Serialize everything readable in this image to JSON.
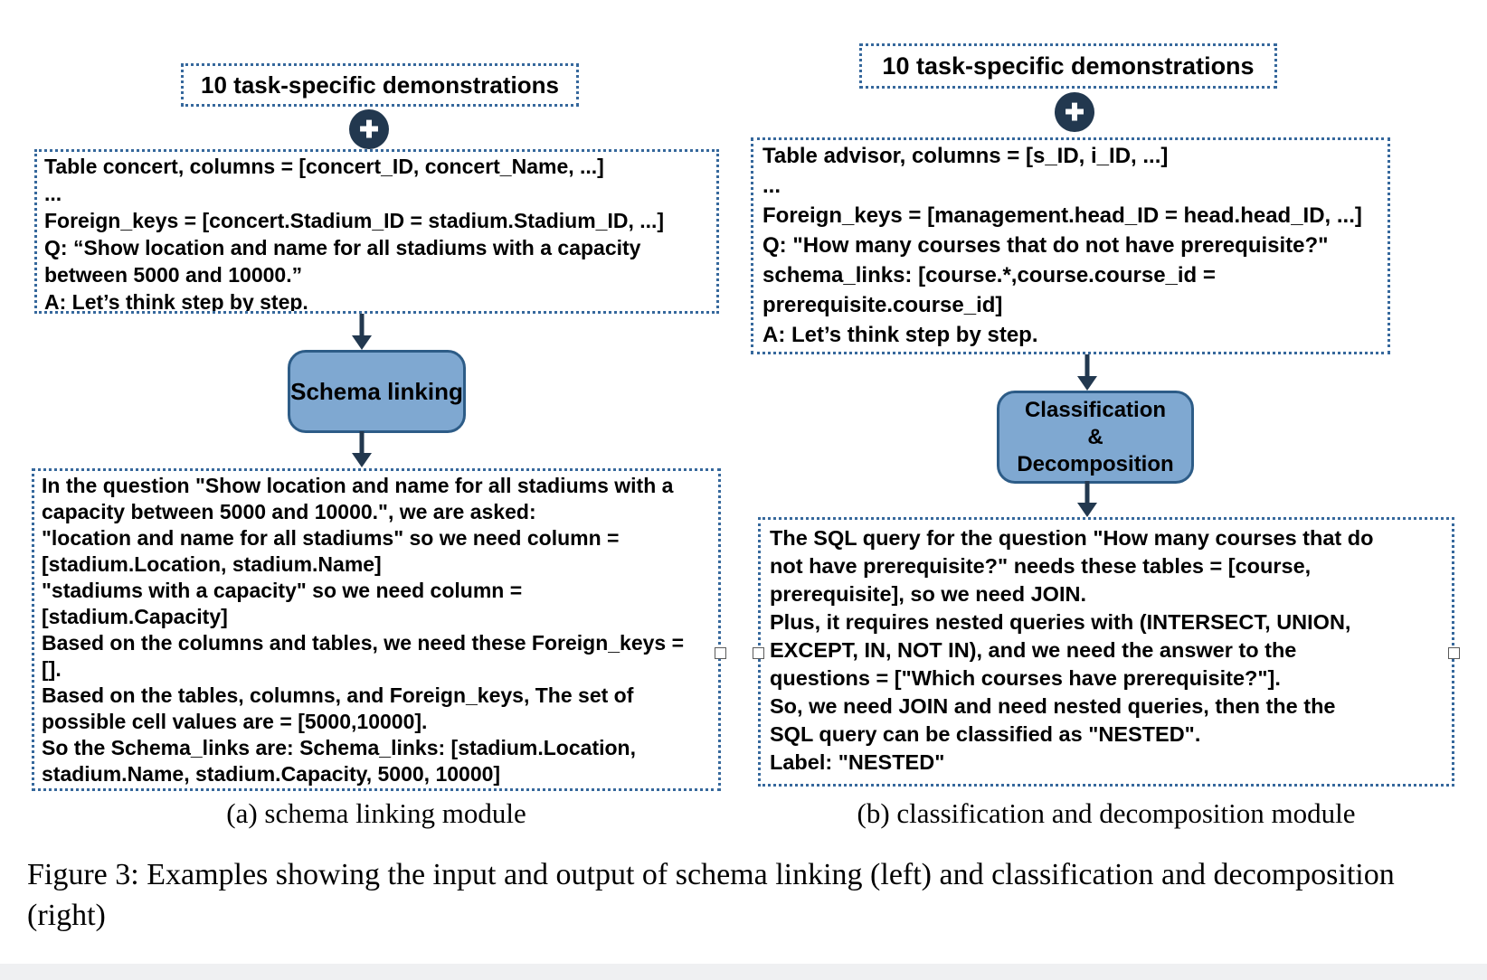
{
  "figure": {
    "panel_a": {
      "demos_label": "10 task-specific demonstrations",
      "plus_glyph": "✚",
      "input_text": "Table concert, columns = [concert_ID, concert_Name, ...]\n...\nForeign_keys = [concert.Stadium_ID = stadium.Stadium_ID, ...]\nQ: “Show location and name for all stadiums with a capacity\nbetween 5000 and 10000.”\nA: Let’s think step by step.",
      "module_label": "Schema linking",
      "output_text": "In the question \"Show location and name for all stadiums with a\ncapacity between 5000 and 10000.\", we are asked:\n\"location and name for all stadiums\" so we need column =\n[stadium.Location, stadium.Name]\n\"stadiums with a capacity\" so we need column =\n[stadium.Capacity]\nBased on the columns and tables, we need these Foreign_keys =\n[].\nBased on the tables, columns, and Foreign_keys, The set of\npossible cell values are = [5000,10000].\nSo the Schema_links are: Schema_links: [stadium.Location,\nstadium.Name, stadium.Capacity, 5000, 10000]",
      "caption": "(a) schema linking module"
    },
    "panel_b": {
      "demos_label": "10 task-specific demonstrations",
      "plus_glyph": "✚",
      "input_text": "Table advisor, columns = [s_ID, i_ID, ...]\n...\nForeign_keys = [management.head_ID = head.head_ID, ...]\nQ: \"How many courses that do not have prerequisite?\"\nschema_links: [course.*,course.course_id =\nprerequisite.course_id]\nA: Let’s think step by step.",
      "module_label": "Classification\n&\nDecomposition",
      "output_text": "The SQL query for the question \"How many courses that do\nnot have prerequisite?\" needs these tables = [course,\nprerequisite], so we need JOIN.\nPlus, it requires nested queries with (INTERSECT, UNION,\nEXCEPT, IN, NOT IN), and we need the answer to the\nquestions = [\"Which courses have prerequisite?\"].\nSo, we need JOIN and need nested queries, then the the\nSQL query can be classified as \"NESTED\".\nLabel: \"NESTED\"",
      "caption": "(b) classification and decomposition module"
    },
    "caption": "Figure 3: Examples showing the input and output of schema linking (left) and classification and decomposition (right)",
    "colors": {
      "dotted_border": "#36689c",
      "node_fill": "#7fa8d1",
      "node_border": "#2d5c87",
      "dark_accent": "#22384f"
    }
  }
}
